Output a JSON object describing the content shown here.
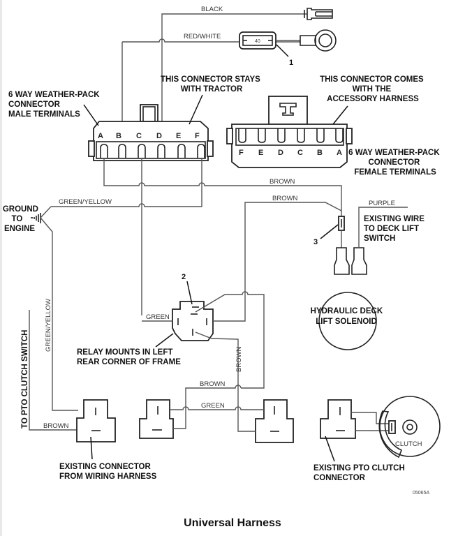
{
  "title": "Universal Harness",
  "figure_id": "05065A",
  "wire_labels": {
    "black": "BLACK",
    "red_white": "RED/WHITE",
    "brown_top": "BROWN",
    "brown_second": "BROWN",
    "green_yellow": "GREEN/YELLOW",
    "green_yellow_vertical": "GREEN/YELLOW",
    "purple": "PURPLE",
    "green_relay": "GREEN",
    "brown_vertical": "BROWN",
    "brown_bottom": "BROWN",
    "green_bottom": "GREEN",
    "brown_existing": "BROWN"
  },
  "fuse": {
    "value": "40",
    "callout": "1"
  },
  "relay": {
    "callout": "2"
  },
  "inline_fuse": {
    "callout": "3"
  },
  "male_connector": {
    "label_lines": [
      "6 WAY WEATHER-PACK",
      "CONNECTOR",
      "MALE TERMINALS"
    ],
    "note_lines": [
      "THIS CONNECTOR STAYS",
      "WITH TRACTOR"
    ],
    "pins": [
      "A",
      "B",
      "C",
      "D",
      "E",
      "F"
    ]
  },
  "female_connector": {
    "label_lines": [
      "6 WAY WEATHER-PACK",
      "CONNECTOR",
      "FEMALE TERMINALS"
    ],
    "note_lines": [
      "THIS CONNECTOR COMES",
      "WITH THE",
      "ACCESSORY HARNESS"
    ],
    "pins": [
      "F",
      "E",
      "D",
      "C",
      "B",
      "A"
    ]
  },
  "ground": {
    "lines": [
      "GROUND",
      "TO",
      "ENGINE"
    ]
  },
  "deck_switch": {
    "lines": [
      "EXISTING WIRE",
      "TO DECK LIFT",
      "SWITCH"
    ]
  },
  "solenoid": {
    "lines": [
      "HYDRAULIC DECK",
      "LIFT SOLENOID"
    ]
  },
  "relay_note": {
    "lines": [
      "RELAY MOUNTS IN LEFT",
      "REAR CORNER OF FRAME"
    ]
  },
  "pto_switch": {
    "label": "TO PTO CLUTCH SWITCH"
  },
  "existing_connector": {
    "lines": [
      "EXISTING CONNECTOR",
      "FROM WIRING HARNESS"
    ]
  },
  "pto_connector": {
    "lines": [
      "EXISTING PTO CLUTCH",
      "CONNECTOR"
    ]
  },
  "clutch": {
    "label": "CLUTCH"
  }
}
